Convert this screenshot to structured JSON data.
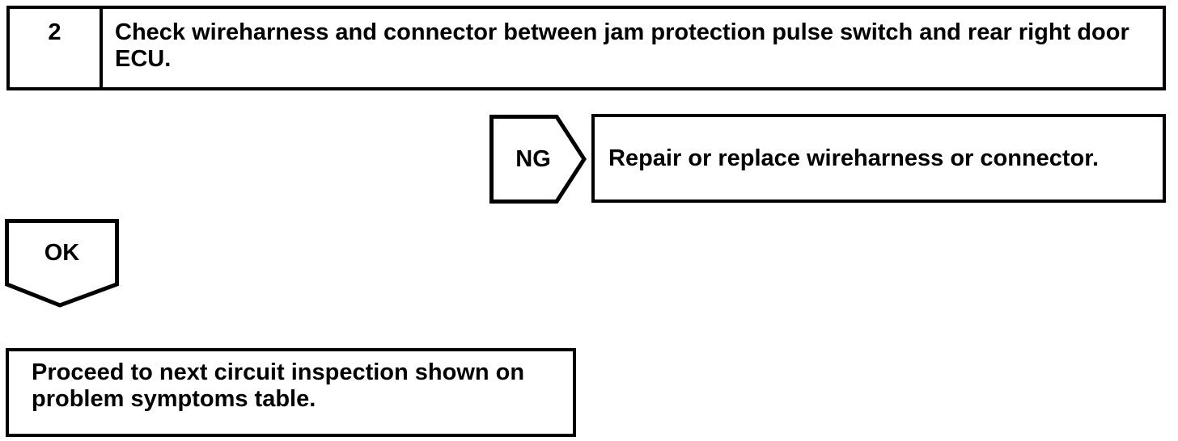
{
  "flowchart": {
    "step": {
      "number": "2",
      "instruction": "Check wireharness and connector between jam protection pulse switch and rear right door ECU."
    },
    "ng_branch": {
      "label": "NG",
      "action": "Repair or replace wireharness or connector."
    },
    "ok_branch": {
      "label": "OK",
      "action": "Proceed to next circuit inspection shown on problem symptoms table."
    }
  },
  "colors": {
    "line": "#000000",
    "background": "#ffffff"
  }
}
